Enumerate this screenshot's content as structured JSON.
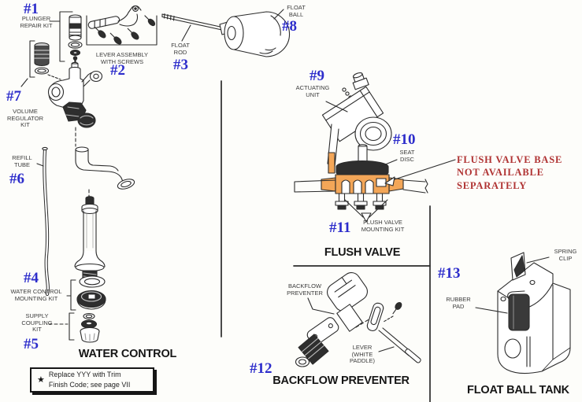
{
  "colors": {
    "link_blue": "#2d2dcb",
    "warning_red": "#b03333",
    "highlight_orange": "#f3a658",
    "ink": "#2b2b2b",
    "title_ink": "#161616",
    "label_ink": "#3b3b3b",
    "page_bg": "#fdfdfa"
  },
  "titles": {
    "water_control": "WATER CONTROL",
    "flush_valve": "FLUSH VALVE",
    "backflow_preventer": "BACKFLOW PREVENTER",
    "float_ball_tank": "FLOAT BALL TANK"
  },
  "parts": {
    "p1": {
      "num": "#1",
      "label": "PLUNGER\nREPAIR KIT"
    },
    "p2": {
      "num": "#2",
      "label": "LEVER ASSEMBLY\nWITH SCREWS"
    },
    "p3": {
      "num": "#3",
      "label": "FLOAT\nROD"
    },
    "p4": {
      "num": "#4",
      "label": "WATER CONTROL\nMOUNTING KIT"
    },
    "p5": {
      "num": "#5",
      "label": "SUPPLY\nCOUPLING\nKIT"
    },
    "p6": {
      "num": "#6",
      "label": "REFILL\nTUBE"
    },
    "p7": {
      "num": "#7",
      "label": "VOLUME\nREGULATOR\nKIT"
    },
    "p8": {
      "num": "#8",
      "label": "FLOAT\nBALL"
    },
    "p9": {
      "num": "#9",
      "label": "ACTUATING\nUNIT"
    },
    "p10": {
      "num": "#10",
      "label": "SEAT\nDISC"
    },
    "p11": {
      "num": "#11",
      "label": "FLUSH VALVE\nMOUNTING KIT"
    },
    "p12": {
      "num": "#12",
      "label": "BACKFLOW\nPREVENTER"
    },
    "p13": {
      "num": "#13"
    }
  },
  "callouts": {
    "lever_paddle": "LEVER\n(WHITE\nPADDLE)",
    "spring_clip": "SPRING\nCLIP",
    "rubber_pad": "RUBBER\nPAD"
  },
  "warning": {
    "text": "FLUSH VALVE BASE\nNOT AVAILABLE\nSEPARATELY"
  },
  "note": {
    "star": "★",
    "text": "Replace YYY with Trim\nFinish Code; see page VII"
  }
}
